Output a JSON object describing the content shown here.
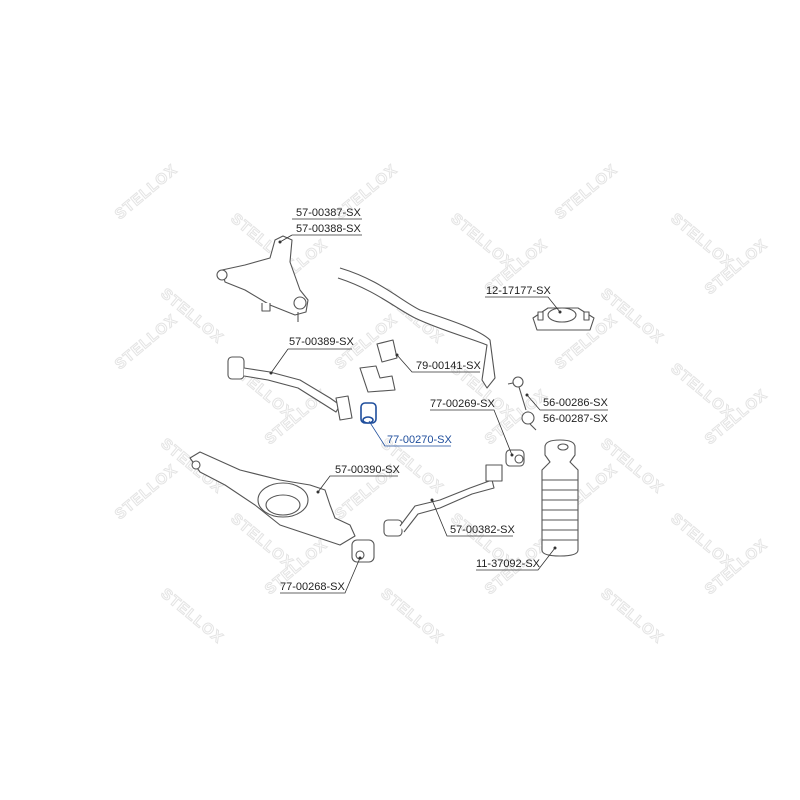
{
  "watermark": {
    "text": "STELLOX"
  },
  "highlight_color": "#1f4e9c",
  "labels": {
    "upper_arm_a": "57-00387-SX",
    "upper_arm_b": "57-00388-SX",
    "strut_mount": "12-17177-SX",
    "trailing_link": "57-00389-SX",
    "stabilizer_bushing": "79-00141-SX",
    "bushing_right": "77-00269-SX",
    "stab_link_a": "56-00286-SX",
    "stab_link_b": "56-00287-SX",
    "bushing_highlight": "77-00270-SX",
    "lower_arm": "57-00390-SX",
    "lateral_link": "57-00382-SX",
    "bump_stop": "11-37092-SX",
    "bushing_lower": "77-00268-SX"
  }
}
